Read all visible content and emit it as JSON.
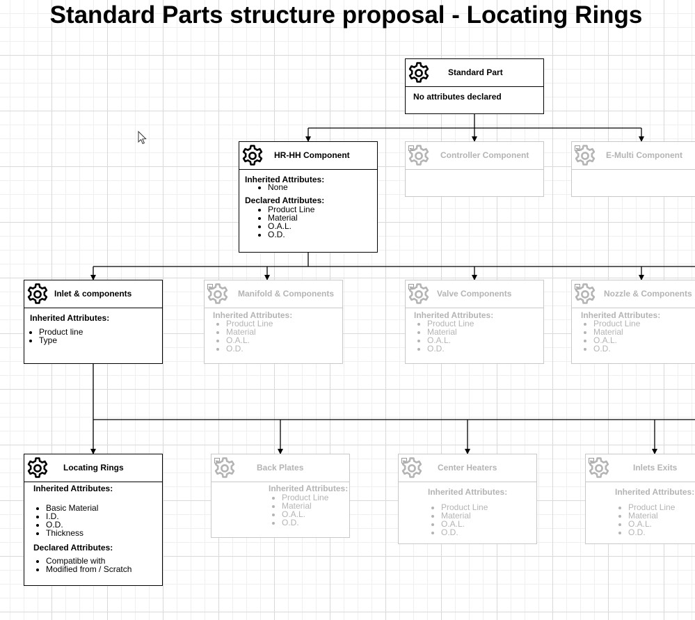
{
  "title": "Standard Parts structure proposal - Locating Rings",
  "nodes": {
    "standard_part": {
      "label": "Standard Part",
      "note": "No attributes declared"
    },
    "hrhh": {
      "label": "HR-HH Component",
      "inherited_heading": "Inherited Attributes:",
      "inherited": [
        "None"
      ],
      "declared_heading": "Declared Attributes:",
      "declared": [
        "Product Line",
        "Material",
        "O.A.L.",
        "O.D."
      ]
    },
    "controller": {
      "label": "Controller Component"
    },
    "emulti": {
      "label": "E-Multi Component"
    },
    "inlet": {
      "label": "Inlet & components",
      "inherited_heading": "Inherited Attributes:",
      "inherited": [
        "Product line",
        "Type"
      ]
    },
    "manifold": {
      "label": "Manifold & Components",
      "inherited_heading": "Inherited Attributes:",
      "inherited": [
        "Product Line",
        "Material",
        "O.A.L.",
        "O.D."
      ]
    },
    "valve": {
      "label": "Valve Components",
      "inherited_heading": "Inherited Attributes:",
      "inherited": [
        "Product Line",
        "Material",
        "O.A.L.",
        "O.D."
      ]
    },
    "nozzle": {
      "label": "Nozzle & Components",
      "inherited_heading": "Inherited Attributes:",
      "inherited": [
        "Product Line",
        "Material",
        "O.A.L.",
        "O.D."
      ]
    },
    "locating": {
      "label": "Locating Rings",
      "inherited_heading": "Inherited Attributes:",
      "inherited": [
        "Basic Material",
        "I.D.",
        "O.D.",
        "Thickness"
      ],
      "declared_heading": "Declared Attributes:",
      "declared": [
        "Compatible with",
        "Modified from / Scratch"
      ]
    },
    "backplates": {
      "label": "Back Plates",
      "inherited_heading": "Inherited Attributes:",
      "inherited": [
        "Product Line",
        "Material",
        "O.A.L.",
        "O.D."
      ]
    },
    "center": {
      "label": "Center Heaters",
      "inherited_heading": "Inherited Attributes:",
      "inherited": [
        "Product Line",
        "Material",
        "O.A.L.",
        "O.D."
      ]
    },
    "inlets_exits": {
      "label": "Inlets Exits",
      "inherited_heading": "Inherited Attributes:",
      "inherited": [
        "Product Line",
        "Material",
        "O.A.L.",
        "O.D."
      ]
    }
  },
  "icons": {
    "node": "gear-icon",
    "collapse": "minus-icon",
    "pointer": "cursor-icon"
  },
  "colors": {
    "line": "#000000",
    "faded": "#b4b4b4",
    "grid": "#d9d9d9"
  }
}
